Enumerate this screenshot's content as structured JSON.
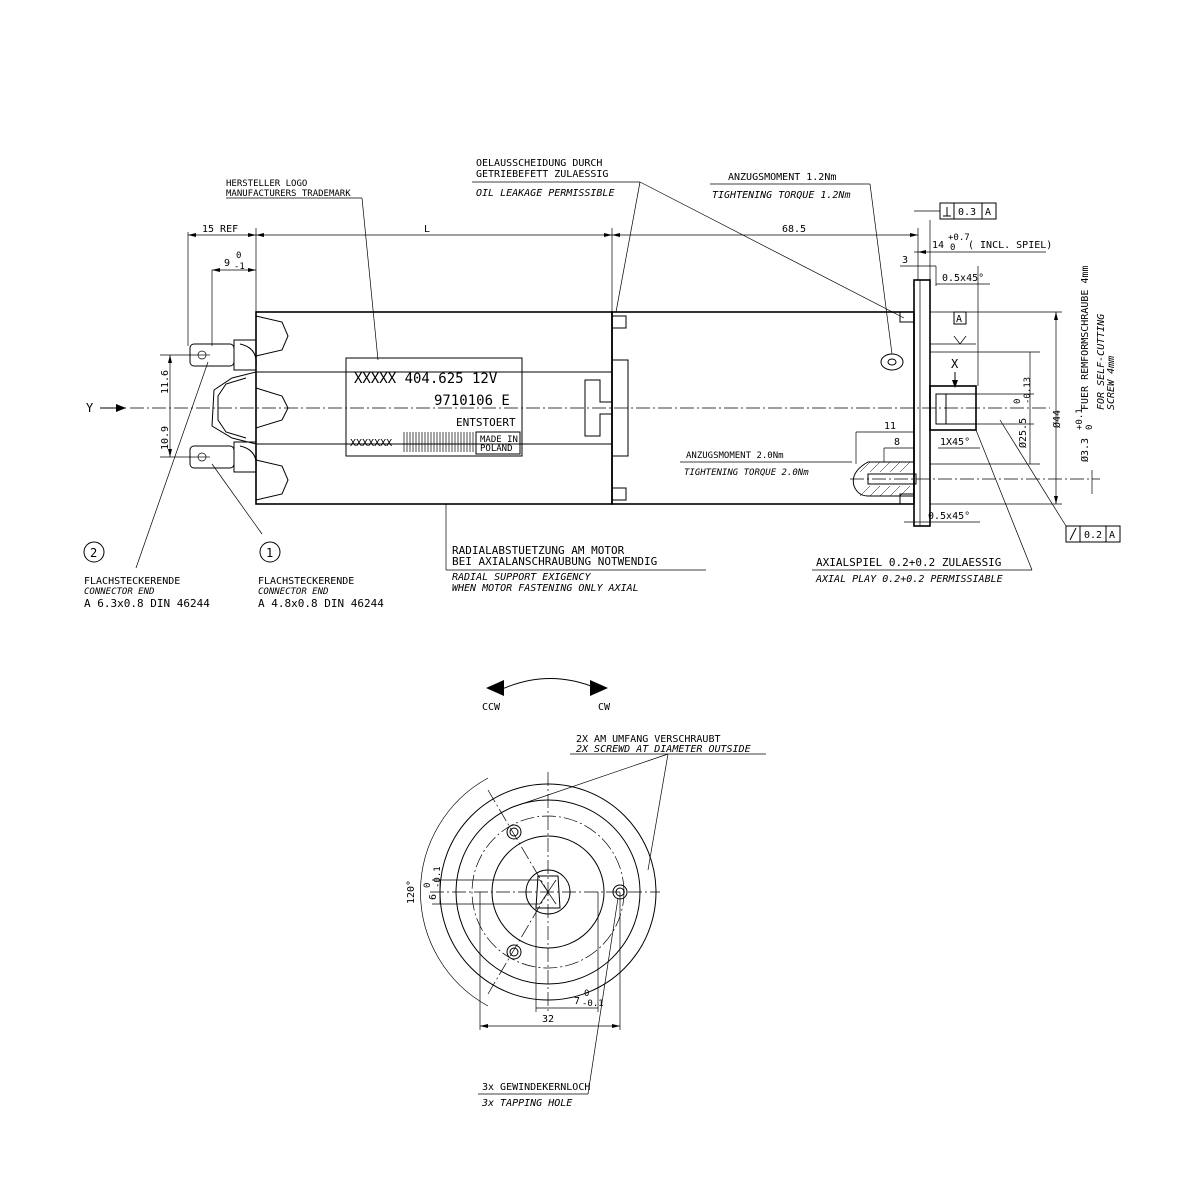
{
  "top_view": {
    "dimensions": {
      "ref_15": "15 REF",
      "length_L": "L",
      "len_68_5": "68.5",
      "dim_9": "9",
      "dim_9_tol_upper": "0",
      "dim_9_tol_lower": "-1",
      "dim_14": "14",
      "dim_14_tol_upper": "+0.7",
      "dim_14_tol_lower": "0",
      "dim_14_note": "( INCL. SPIEL)",
      "dim_3": "3",
      "chamfer_top": "0.5x45°",
      "chamfer_bottom": "0.5x45°",
      "chamfer_shaft": "1X45°",
      "dim_11": "11",
      "dim_8": "8",
      "dim_11_6": "11.6",
      "dim_10_9": "10.9",
      "dia_25_5": "Ø25.5",
      "dia_25_5_tol_upper": "0",
      "dia_25_5_tol_lower": "-0.13",
      "dia_44": "Ø44",
      "dia_3_3": "Ø3.3",
      "dia_3_3_tol_upper": "+0.1",
      "dia_3_3_tol_lower": "0",
      "y_label": "Y",
      "x_label": "X",
      "datum_a": "A"
    },
    "tolerance_frames": {
      "perp_value": "0.3",
      "perp_datum": "A",
      "runout_value": "0.2",
      "runout_datum": "A"
    },
    "label_plate": {
      "line1": "XXXXX 404.625 12V",
      "line2": "9710106 E",
      "line3": "ENTSTOERT",
      "code": "XXXXXXX",
      "origin_1": "MADE IN",
      "origin_2": "POLAND"
    },
    "notes": {
      "logo_de": "HERSTELLER LOGO",
      "logo_en": "MANUFACTURERS TRADEMARK",
      "oil_de_1": "OELAUSSCHEIDUNG DURCH",
      "oil_de_2": "GETRIEBEFETT ZULAESSIG",
      "oil_en": "OIL LEAKAGE PERMISSIBLE",
      "torque12_de": "ANZUGSMOMENT 1.2Nm",
      "torque12_en": "TIGHTENING TORQUE 1.2Nm",
      "torque20_de": "ANZUGSMOMENT 2.0Nm",
      "torque20_en": "TIGHTENING TORQUE 2.0Nm",
      "screw_de": "FUER REMFORMSCHRAUBE 4mm",
      "screw_en_1": "FOR SELF-CUTTING",
      "screw_en_2": "SCREW 4mm",
      "radial_de_1": "RADIALABSTUETZUNG AM MOTOR",
      "radial_de_2": "BEI AXIALANSCHRAUBUNG NOTWENDIG",
      "radial_en_1": "RADIAL SUPPORT EXIGENCY",
      "radial_en_2": "WHEN MOTOR FASTENING ONLY AXIAL",
      "axial_de": "AXIALSPIEL 0.2+0.2 ZULAESSIG",
      "axial_en": "AXIAL PLAY 0.2+0.2 PERMISSIABLE"
    },
    "connectors": [
      {
        "number": "2",
        "title": "FLACHSTECKERENDE",
        "subtitle": "CONNECTOR END",
        "spec": "A 6.3x0.8 DIN 46244"
      },
      {
        "number": "1",
        "title": "FLACHSTECKERENDE",
        "subtitle": "CONNECTOR END",
        "spec": "A 4.8x0.8 DIN 46244"
      }
    ]
  },
  "end_view": {
    "ccw_label": "CCW",
    "cw_label": "CW",
    "screwed_de": "2X AM UMFANG VERSCHRAUBT",
    "screwed_en": "2X SCREWD AT DIAMETER OUTSIDE",
    "tapping_de": "3x GEWINDEKERNLOCH",
    "tapping_en": "3x TAPPING HOLE",
    "angle_120": "120°",
    "dim_6": "6",
    "dim_6_tol_upper": "0",
    "dim_6_tol_lower": "-0.1",
    "dim_7": "7",
    "dim_7_tol_upper": "0",
    "dim_7_tol_lower": "-0.1",
    "dim_32": "32"
  }
}
